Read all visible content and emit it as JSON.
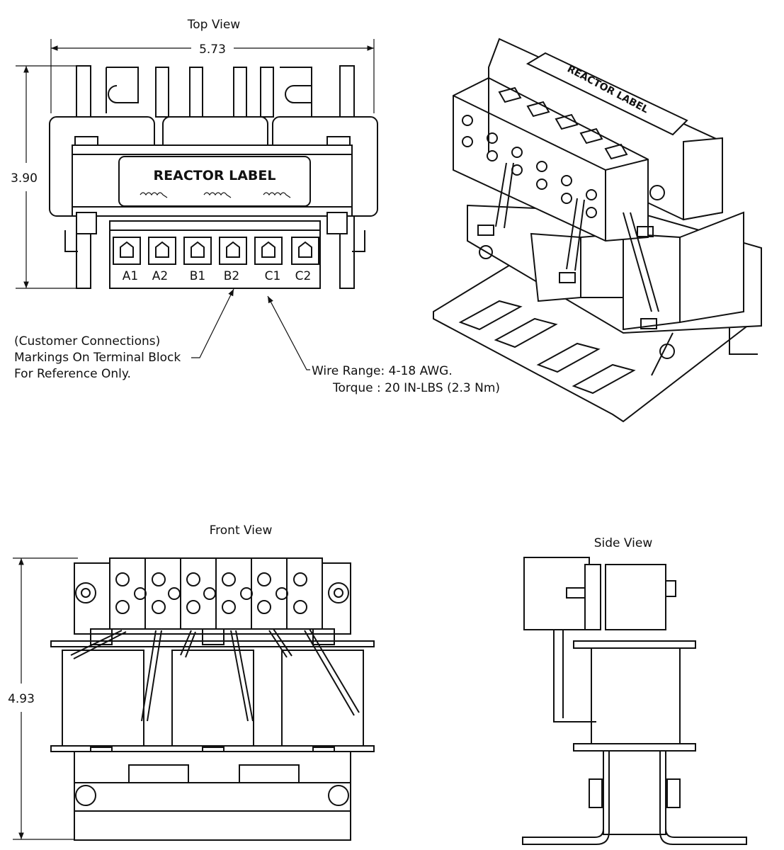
{
  "views": {
    "top": "Top View",
    "front": "Front View",
    "side": "Side View"
  },
  "dimensions": {
    "width": "5.73",
    "depth": "3.90",
    "height": "4.93"
  },
  "label": "REACTOR LABEL",
  "terminals": [
    "A1",
    "A2",
    "B1",
    "B2",
    "C1",
    "C2"
  ],
  "notes": {
    "customer": [
      "(Customer Connections)",
      "Markings On Terminal Block",
      "For Reference Only."
    ],
    "wire_range": "Wire Range: 4-18 AWG.",
    "torque": "Torque : 20 IN-LBS (2.3 Nm)"
  }
}
